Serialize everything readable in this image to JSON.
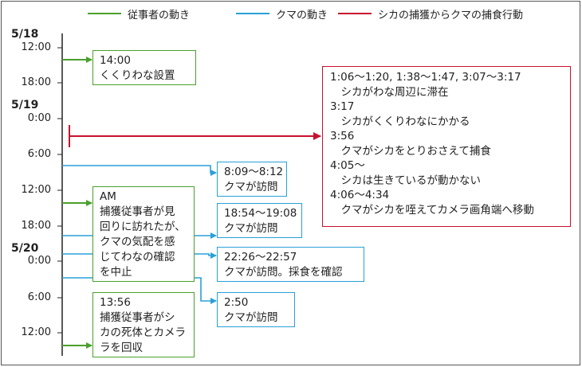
{
  "legend": {
    "farmer": "従事者の動き",
    "bear": "クマの動き",
    "capture": "シカの捕獲からクマの捕食行動"
  },
  "colors": {
    "farmer": "#4aa02c",
    "bear": "#2aa0d8",
    "capture": "#c8102e"
  },
  "dates": [
    "5/18",
    "5/19",
    "5/20"
  ],
  "ticks": [
    "12:00",
    "18:00",
    "0:00",
    "6:00",
    "12:00",
    "18:00",
    "0:00",
    "6:00",
    "12:00"
  ],
  "boxes": {
    "set_trap": "14:00\nくくりわな設置",
    "visit1": "8:09～8:12\nクマが訪問",
    "am_check": "AM\n捕獲従事者が見\n回りに訪れたが、\nクマの気配を感\nじてわなの確認\nを中止",
    "visit2": "18:54～19:08\nクマが訪問",
    "visit3": "22:26～22:57\nクマが訪問。採食を確認",
    "visit4": "2:50\nクマが訪問",
    "recover": "13:56\n捕獲従事者がシ\nカの死体とカメラ\nラを回収",
    "capture_log": "1:06～1:20, 1:38～1:47, 3:07～3:17\n　シカがわな周辺に滞在\n3:17\n　シカがくくりわなにかかる\n3:56\n　クマがシカをとりおさえて捕食\n4:05～\n　シカは生きているが動かない\n4:06～4:34\n　クマがシカを咥えてカメラ画角端へ移動"
  }
}
